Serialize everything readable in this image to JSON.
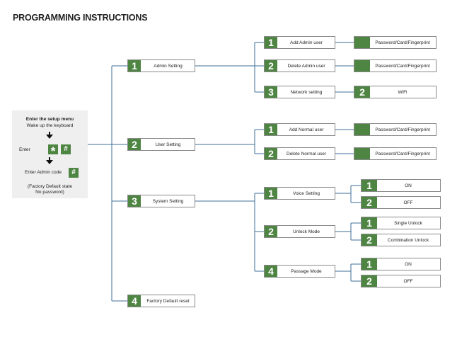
{
  "title": "PROGRAMMING INSTRUCTIONS",
  "setup": {
    "heading": "Enter the setup menu",
    "wake": "Wake up the keyboard",
    "enter_label": "Enter",
    "key_star": "*",
    "key_hash": "#",
    "admin_code_label": "Enter Admin code",
    "factory_note_1": "(Factory Default state",
    "factory_note_2": "No password)"
  },
  "menu": [
    {
      "num": "1",
      "label": "Admin Setting"
    },
    {
      "num": "2",
      "label": "User Setting"
    },
    {
      "num": "3",
      "label": "System Setting"
    },
    {
      "num": "4",
      "label": "Factory  Default reset"
    }
  ],
  "admin_sub": [
    {
      "num": "1",
      "label": "Add Admin user"
    },
    {
      "num": "2",
      "label": "Delete Admin user"
    },
    {
      "num": "3",
      "label": "Network setting"
    }
  ],
  "admin_opts": [
    {
      "label": "Password/Card/Fingerprint"
    },
    {
      "label": "Password/Card/Fingerprint"
    },
    {
      "num": "2",
      "label": "WiFi"
    }
  ],
  "user_sub": [
    {
      "num": "1",
      "label": "Add Normal user"
    },
    {
      "num": "2",
      "label": "Delete Normal user"
    }
  ],
  "user_opts": [
    {
      "label": "Password/Card/Fingerprint"
    },
    {
      "label": "Password/Card/Fingerprint"
    }
  ],
  "system_sub": [
    {
      "num": "1",
      "label": "Voice Setting"
    },
    {
      "num": "2",
      "label": "Unlock Mode"
    },
    {
      "num": "4",
      "label": "Passage Mode"
    }
  ],
  "voice_opts": [
    {
      "num": "1",
      "label": "ON"
    },
    {
      "num": "2",
      "label": "OFF"
    }
  ],
  "unlock_opts": [
    {
      "num": "1",
      "label": "Single Unlock"
    },
    {
      "num": "2",
      "label": "Combination Unlock"
    }
  ],
  "passage_opts": [
    {
      "num": "1",
      "label": "ON"
    },
    {
      "num": "2",
      "label": "OFF"
    }
  ],
  "colors": {
    "accent": "#4e8542",
    "line": "#3f6f99",
    "panel": "#efefef"
  }
}
